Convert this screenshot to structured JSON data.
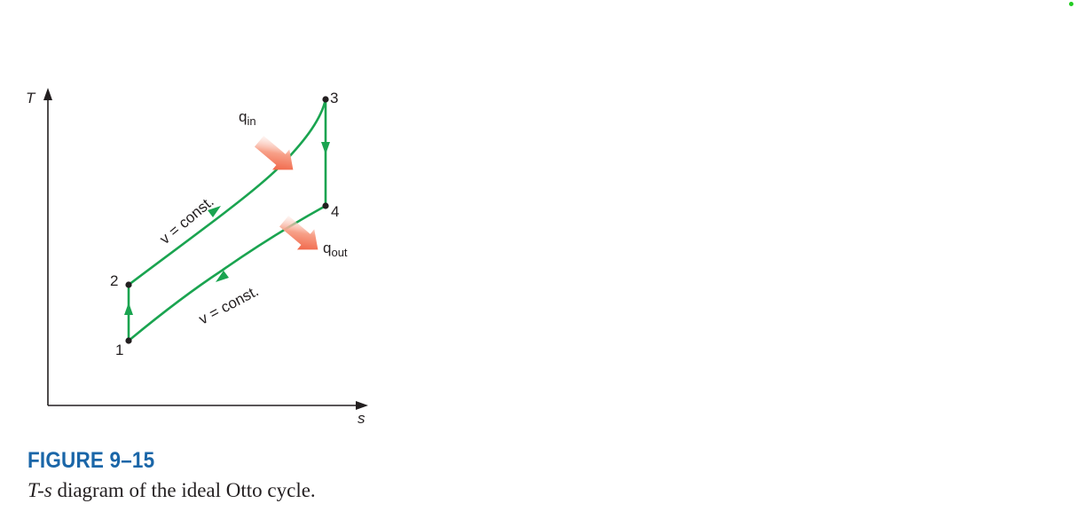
{
  "diagram": {
    "axes": {
      "y_label": "T",
      "x_label": "s"
    },
    "states": [
      {
        "id": "1",
        "label": "1"
      },
      {
        "id": "2",
        "label": "2"
      },
      {
        "id": "3",
        "label": "3"
      },
      {
        "id": "4",
        "label": "4"
      }
    ],
    "processes": {
      "upper_label": "v = const.",
      "lower_label": "v = const."
    },
    "heat": {
      "in_symbol": "q",
      "in_subscript": "in",
      "out_symbol": "q",
      "out_subscript": "out"
    },
    "colors": {
      "cycle": "#1aa450",
      "axis": "#231f20",
      "heat_arrow": "#ee4b2b",
      "figure_number": "#1a66a8"
    }
  },
  "caption": {
    "figure_number": "FIGURE 9–15",
    "text_italic": "T-s",
    "text_rest": " diagram of the ideal Otto cycle."
  }
}
